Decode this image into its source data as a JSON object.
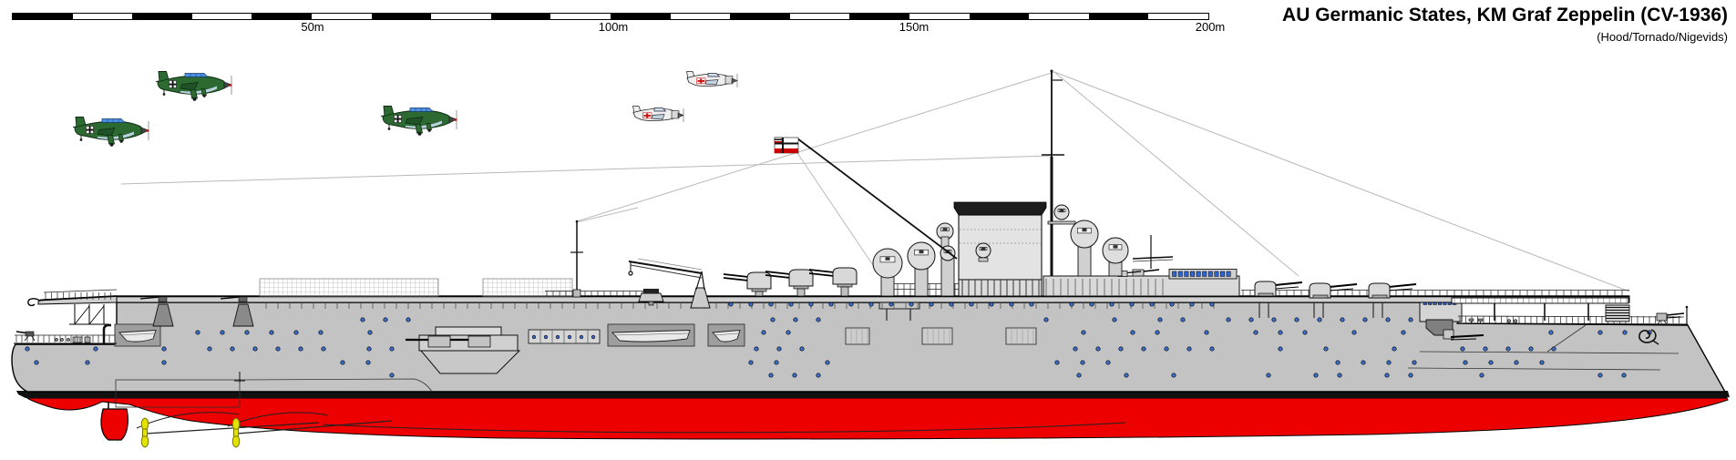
{
  "header": {
    "title": "AU Germanic States, KM Graf Zeppelin (CV-1936)",
    "subtitle": "(Hood/Tornado/Nigevids)"
  },
  "scalebar": {
    "labels": [
      {
        "text": "50m"
      },
      {
        "text": "100m"
      },
      {
        "text": "150m"
      },
      {
        "text": "200m"
      }
    ]
  },
  "colors": {
    "hull_gray": "#c3c3c3",
    "deck_gray": "#cfcfcf",
    "structure_gray": "#e3e3e3",
    "recess_gray": "#9e9e9e",
    "dark_fitting_gray": "#7a7a7a",
    "outline_black": "#000000",
    "antifouling_red": "#ec0000",
    "boot_topping_black": "#101010",
    "porthole_blue": "#3b6fd4",
    "window_blue": "#2f66d0",
    "propeller_yellow": "#e6e200",
    "rigging_gray": "#b9b9b9",
    "funnel_cap_black": "#1d1d1d",
    "aircraft_green_dark": "#2c6a31",
    "aircraft_wing_green": "#1f5226",
    "aircraft_canopy_blue": "#4d8fe6",
    "aircraft_belly_blue": "#bcd2e2",
    "aircraft_light_gray": "#efefef",
    "marking_red": "#cc1111",
    "flag_red": "#cc0000"
  }
}
